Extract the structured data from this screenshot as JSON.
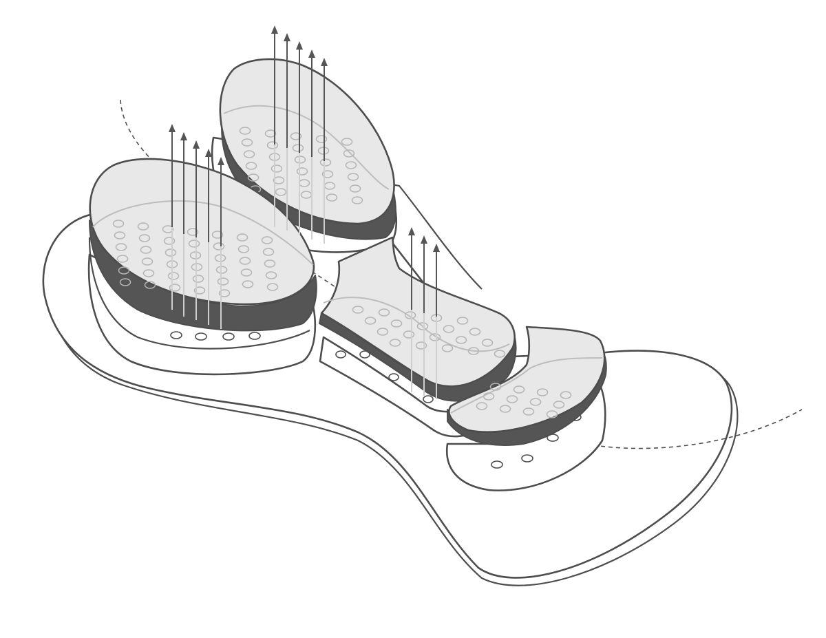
{
  "diagram": {
    "subject": "chamois-pad-exploded-view",
    "palette": {
      "background": "#ffffff",
      "outline": "#4d4d4d",
      "pad_surface": "#e8e8e8",
      "pad_edge": "#555555",
      "perforation": "#b5b5b5",
      "arrow": "#555555"
    },
    "pads": [
      {
        "name": "rear-left-pad",
        "perforations_shown": 38,
        "airflow_arrows": 5
      },
      {
        "name": "rear-right-pad",
        "perforations_shown": 40,
        "airflow_arrows": 5
      },
      {
        "name": "center-pad",
        "perforations_shown": 18,
        "airflow_arrows": 3
      },
      {
        "name": "front-pad",
        "perforations_shown": 10,
        "airflow_arrows": 0
      }
    ],
    "labels": []
  }
}
